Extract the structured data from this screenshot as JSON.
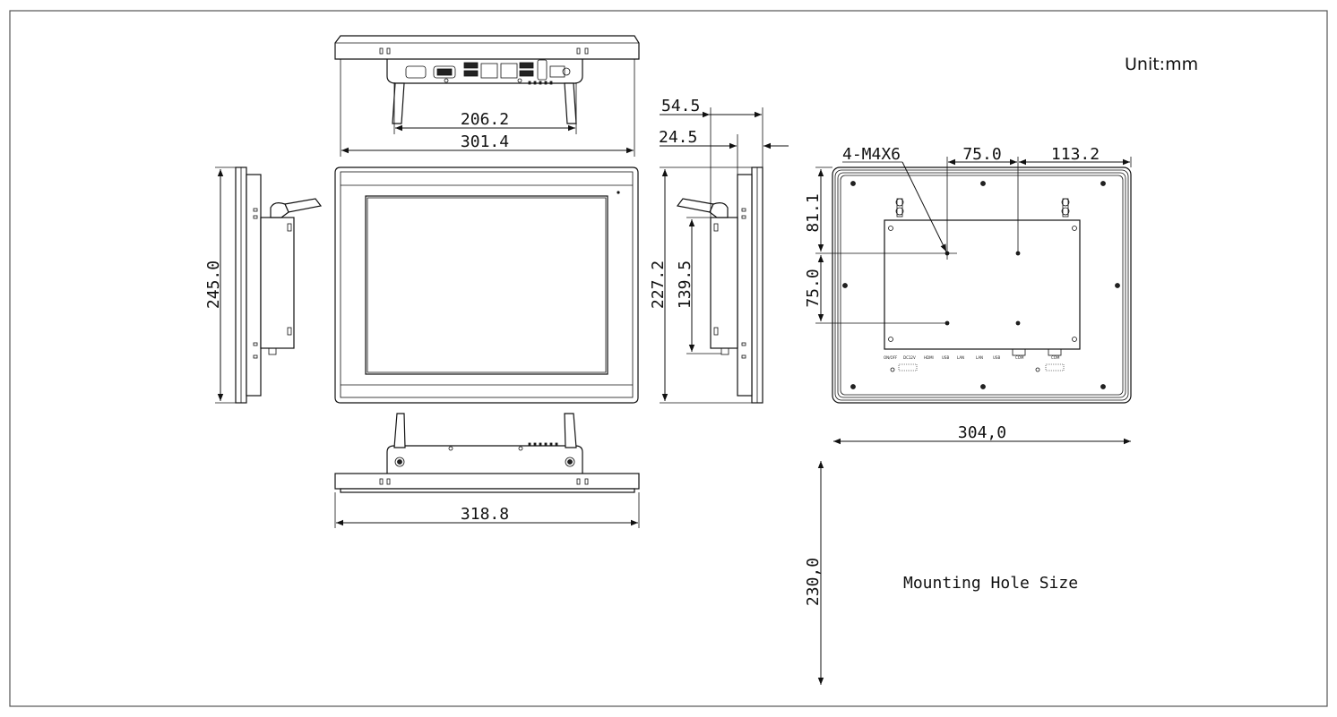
{
  "unit_label": "Unit:mm",
  "caption": "Mounting Hole Size",
  "dimensions": {
    "top_inner_width": "206.2",
    "top_outer_width": "301.4",
    "bottom_width": "318.8",
    "left_height": "245.0",
    "side_depth_total": "54.5",
    "side_depth_panel": "24.5",
    "side_height": "227.2",
    "side_inner_height": "139.5",
    "hole_callout": "4-M4X6",
    "hole_spacing_x": "75.0",
    "hole_offset_right": "113.2",
    "hole_offset_top": "81.1",
    "hole_spacing_y": "75.0",
    "cutout_width": "304,0",
    "cutout_height": "230,0"
  },
  "colors": {
    "line": "#111111",
    "background": "#ffffff",
    "frame": "#555555"
  }
}
